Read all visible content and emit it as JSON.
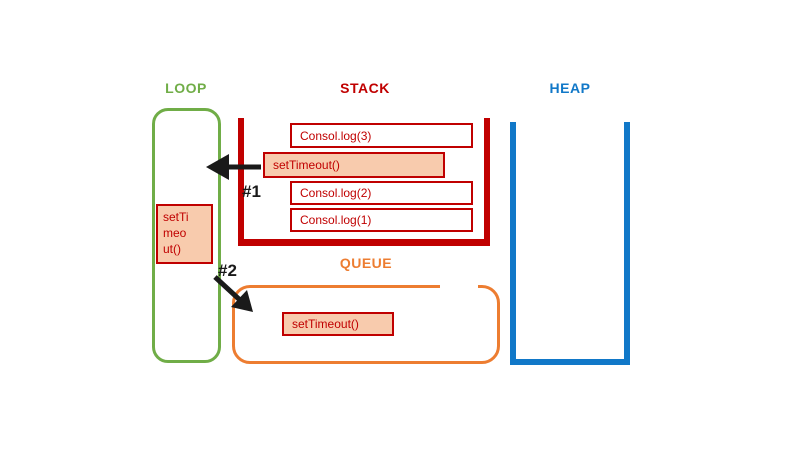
{
  "diagram": {
    "title_labels": {
      "loop": "LOOP",
      "stack": "STACK",
      "heap": "HEAP",
      "queue": "QUEUE"
    },
    "colors": {
      "loop_green": "#70AD47",
      "stack_red": "#C00000",
      "heap_blue": "#1178C8",
      "queue_orange": "#ED7D31",
      "highlight_fill": "#F8CBAD",
      "arrow_black": "#1a1a1a"
    },
    "stack_items": [
      {
        "label": "Consol.log(3)",
        "highlighted": false
      },
      {
        "label": "setTimeout()",
        "highlighted": true
      },
      {
        "label": "Consol.log(2)",
        "highlighted": false
      },
      {
        "label": "Consol.log(1)",
        "highlighted": false
      }
    ],
    "loop_item": "setTi\nmeo\nut()",
    "queue_item": "setTimeout()",
    "arrows": [
      {
        "label": "#1",
        "description": "stack-to-loop"
      },
      {
        "label": "#2",
        "description": "loop-to-queue"
      }
    ]
  }
}
